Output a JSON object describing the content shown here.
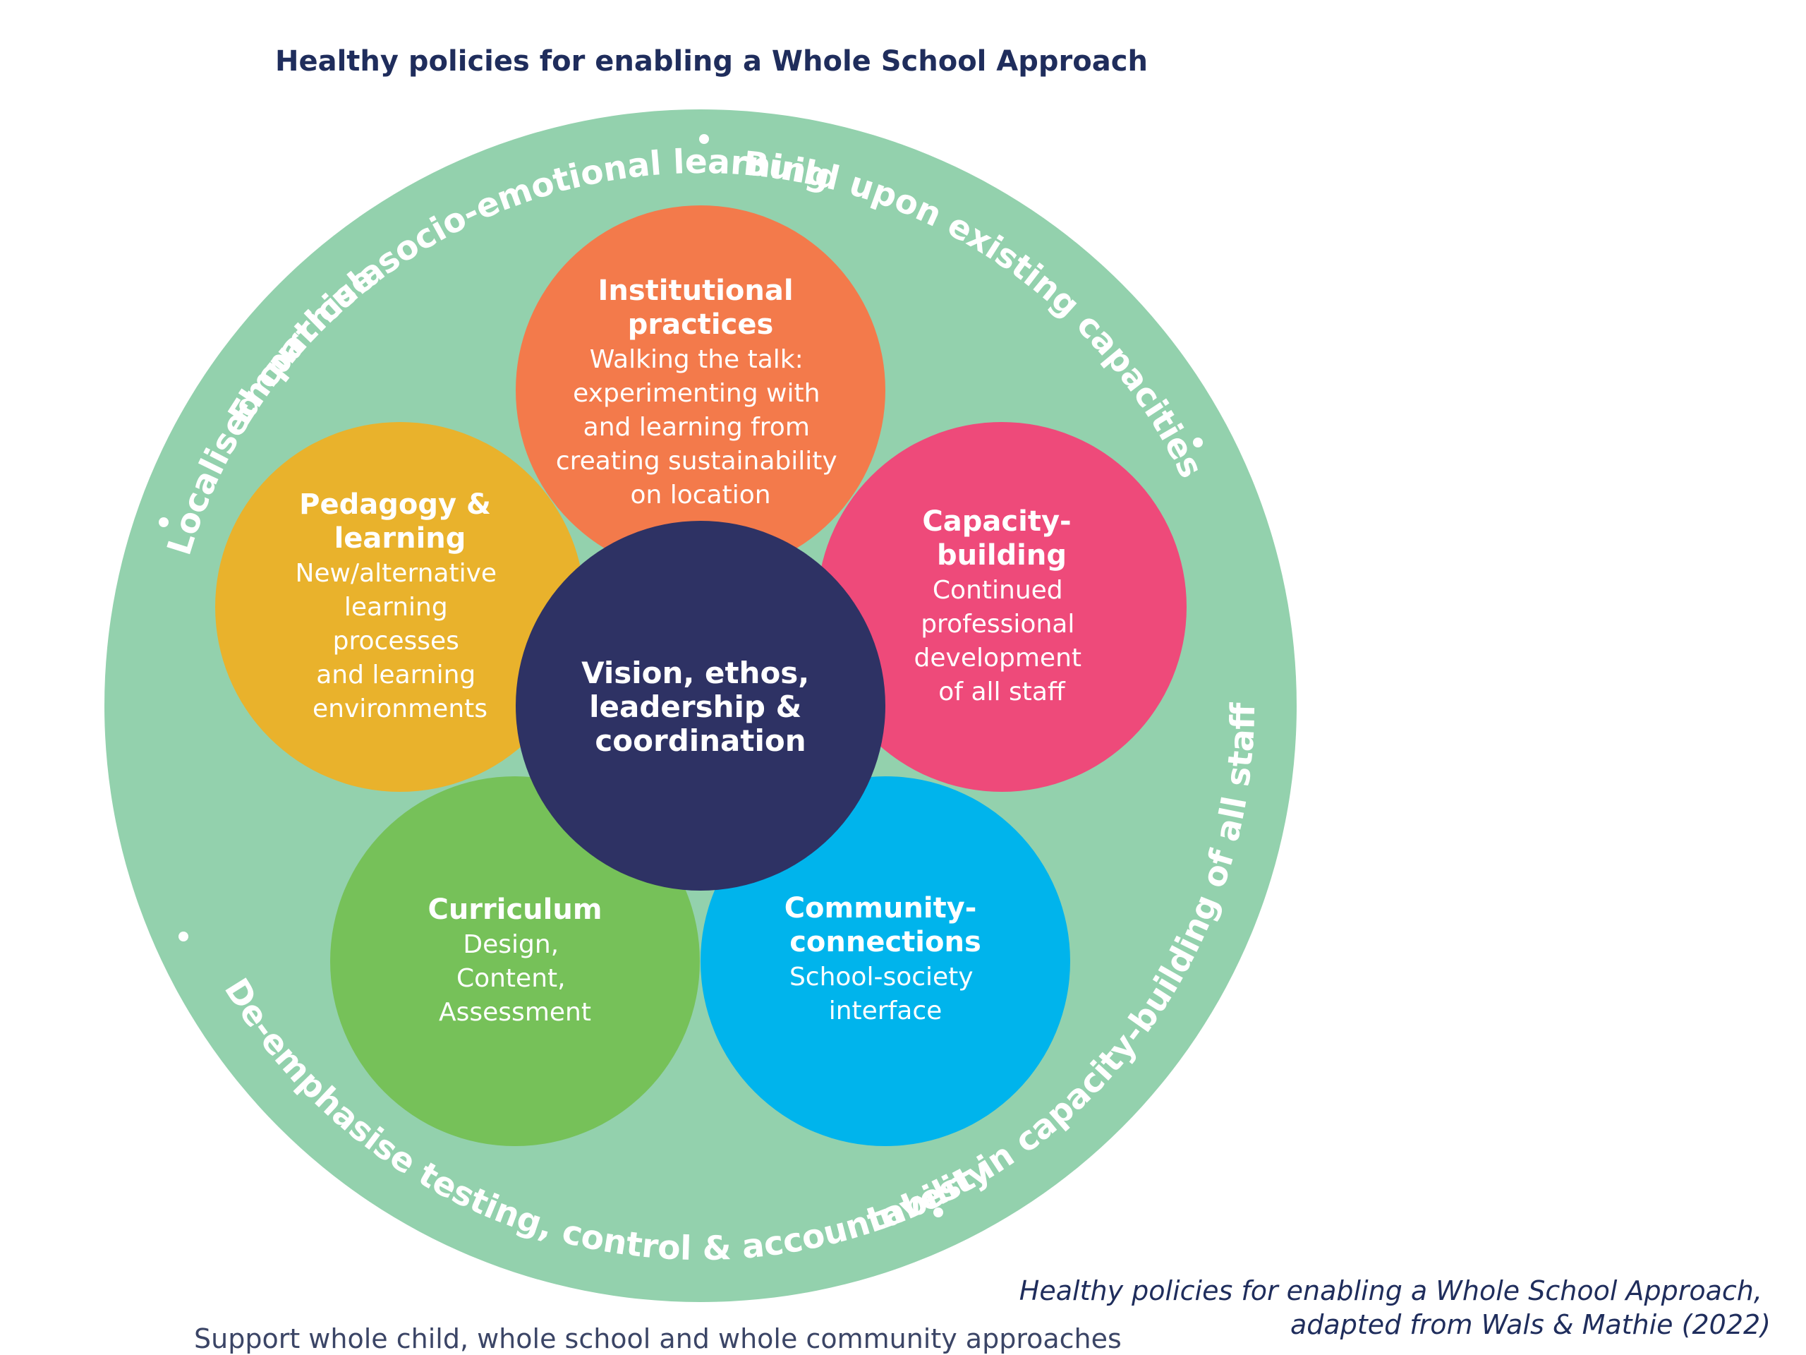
{
  "title": "Healthy policies for enabling a Whole School Approach",
  "ring": {
    "color": "#93d1ad",
    "labels": [
      "Empathise socio-emotional learning",
      "Build upon existing capacities",
      "Invest in capacity-building of all staff in schools",
      "De-emphasise testing, control & accountability",
      "Localised curricula"
    ]
  },
  "center": {
    "color": "#2e3264",
    "lines": [
      "Vision, ethos,",
      "leadership &",
      "coordination"
    ]
  },
  "petals": [
    {
      "key": "institutional",
      "color": "#f37a4b",
      "title": [
        "Institutional",
        "practices"
      ],
      "body": [
        "Walking the talk:",
        "experimenting with",
        "and learning from",
        "creating sustainability",
        "on location"
      ]
    },
    {
      "key": "pedagogy",
      "color": "#e9b22c",
      "title": [
        "Pedagogy &",
        "learning"
      ],
      "body": [
        "New/alternative",
        "learning",
        "processes",
        "and learning",
        "environments"
      ]
    },
    {
      "key": "capacity",
      "color": "#ee4a7a",
      "title": [
        "Capacity-",
        "building"
      ],
      "body": [
        "Continued",
        "professional",
        "development",
        "of all staff"
      ]
    },
    {
      "key": "curriculum",
      "color": "#76c159",
      "title": [
        "Curriculum"
      ],
      "body": [
        "Design,",
        "Content,",
        "Assessment"
      ]
    },
    {
      "key": "community",
      "color": "#00b4ec",
      "title": [
        "Community-",
        "connections"
      ],
      "body": [
        "School-society",
        "interface"
      ]
    }
  ],
  "caption": [
    "Healthy policies for enabling a Whole School Approach,",
    "adapted from Wals & Mathie (2022)"
  ],
  "footer": "Support whole child, whole school and whole community  approaches"
}
